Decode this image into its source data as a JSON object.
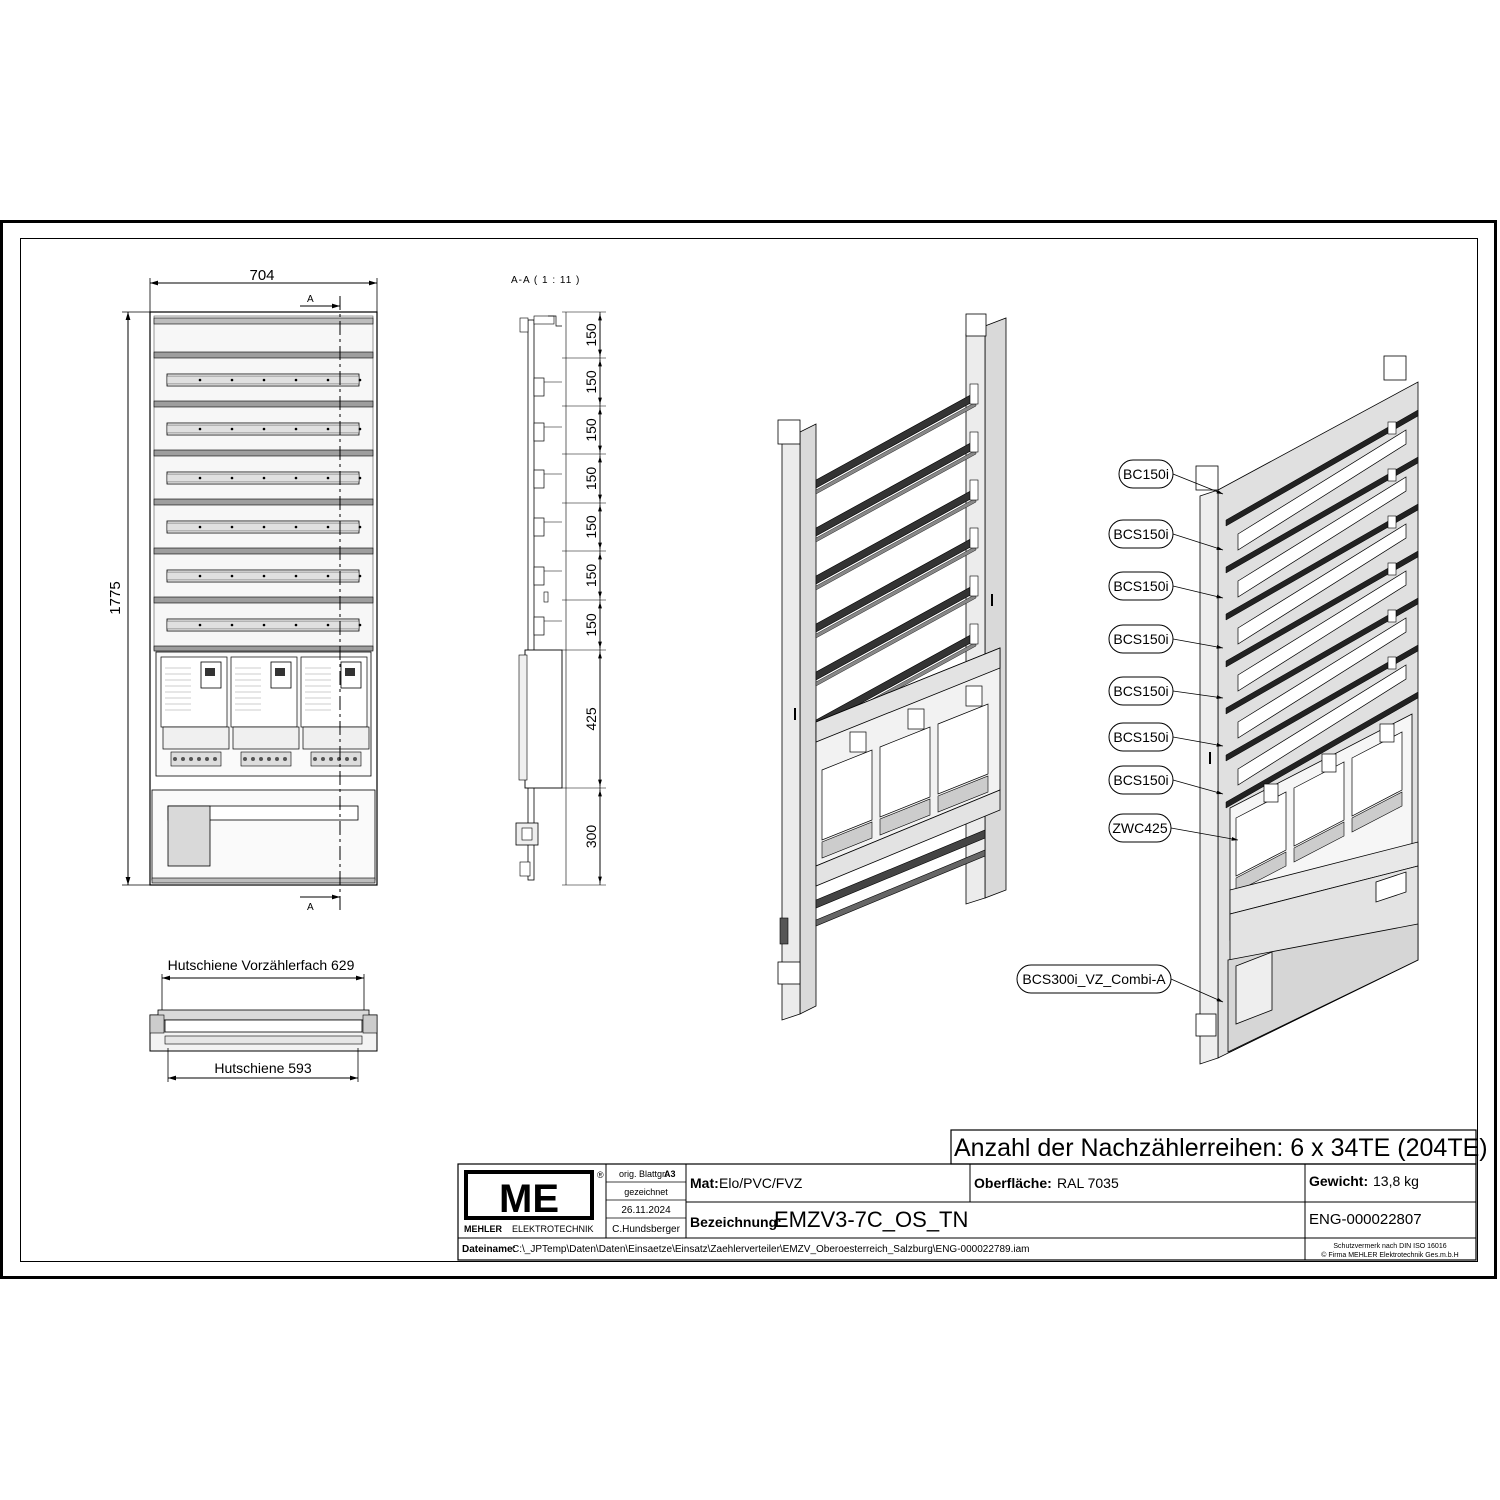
{
  "overall_view": {
    "width_dim": "704",
    "height_dim": "1775",
    "section_marker": "A"
  },
  "section_view": {
    "title": "A-A ( 1 : 11 )",
    "dims": [
      "150",
      "150",
      "150",
      "150",
      "150",
      "150",
      "150",
      "425",
      "300"
    ]
  },
  "rail_view": {
    "top_label": "Hutschiene Vorzählerfach 629",
    "bottom_label": "Hutschiene 593"
  },
  "callouts": [
    "BC150i",
    "BCS150i",
    "BCS150i",
    "BCS150i",
    "BCS150i",
    "BCS150i",
    "BCS150i",
    "ZWC425",
    "BCS300i_VZ_Combi-A"
  ],
  "title_block": {
    "heading": "Anzahl der Nachzählerreihen: 6 x 34TE (204TE)",
    "logo_letters": "ME",
    "registered": "®",
    "company_bold": "MEHLER",
    "company_rest": "ELEKTROTECHNIK",
    "format_label": "orig. Blattgr:",
    "format_value": "A3",
    "drawn_label": "gezeichnet",
    "date": "26.11.2024",
    "author": "C.Hundsberger",
    "mat_label": "Mat:",
    "mat_value": "Elo/PVC/FVZ",
    "surface_label": "Oberfläche:",
    "surface_value": "RAL 7035",
    "weight_label": "Gewicht:",
    "weight_value": "13,8 kg",
    "designation_label": "Bezeichnung:",
    "designation_value": "EMZV3-7C_OS_TN",
    "doc_number": "ENG-000022807",
    "filename_label": "Dateiname:",
    "filename_value": "C:\\_JPTemp\\Daten\\Daten\\Einsaetze\\Einsatz\\Zaehlerverteiler\\EMZV_Oberoesterreich_Salzburg\\ENG-000022789.iam",
    "protection_line1": "Schutzvermerk nach DIN ISO 16016",
    "protection_line2": "© Firma MEHLER Elektrotechnik Ges.m.b.H"
  }
}
